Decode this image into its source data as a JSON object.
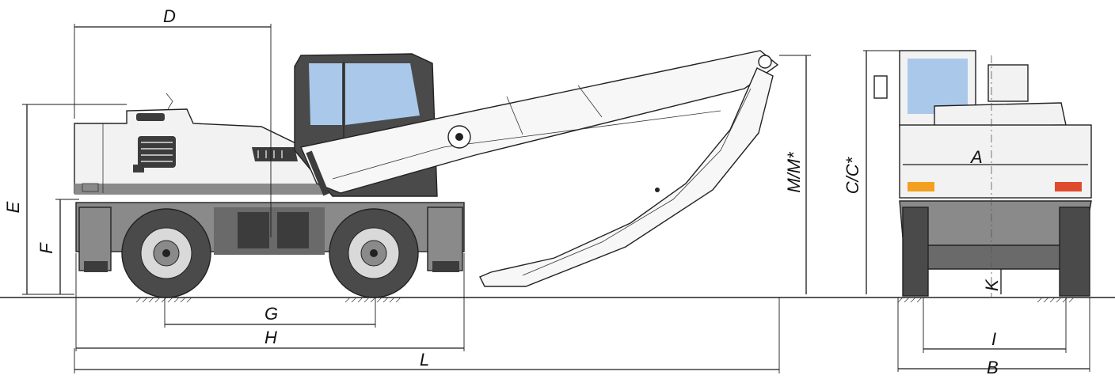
{
  "dimensions": {
    "A": "A",
    "B": "B",
    "C": "C/C*",
    "D": "D",
    "E": "E",
    "F": "F",
    "G": "G",
    "H": "H",
    "I": "I",
    "K": "K",
    "L": "L",
    "M": "M/M*"
  },
  "colors": {
    "body": "#f2f2f2",
    "chassis": "#8a8a8a",
    "dark": "#3c3c3c",
    "tire": "#4a4a4a",
    "glass": "#aac8ea",
    "boom": "#f7f7f7",
    "lamp_red": "#e04a2c",
    "lamp_amber": "#f3a020"
  }
}
